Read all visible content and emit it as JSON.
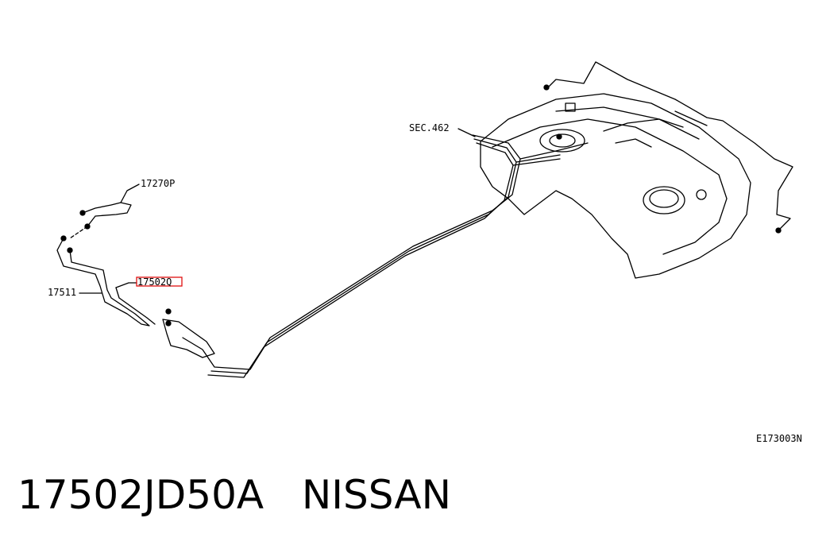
{
  "diagram": {
    "labels": {
      "sec": "SEC.462",
      "p17270": "17270P",
      "p17511": "17511",
      "p17502": "17502Q",
      "code": "E173003N"
    },
    "highlight_color": "#e01010"
  },
  "footer": {
    "part_number": "17502JD50A",
    "brand": "NISSAN"
  }
}
